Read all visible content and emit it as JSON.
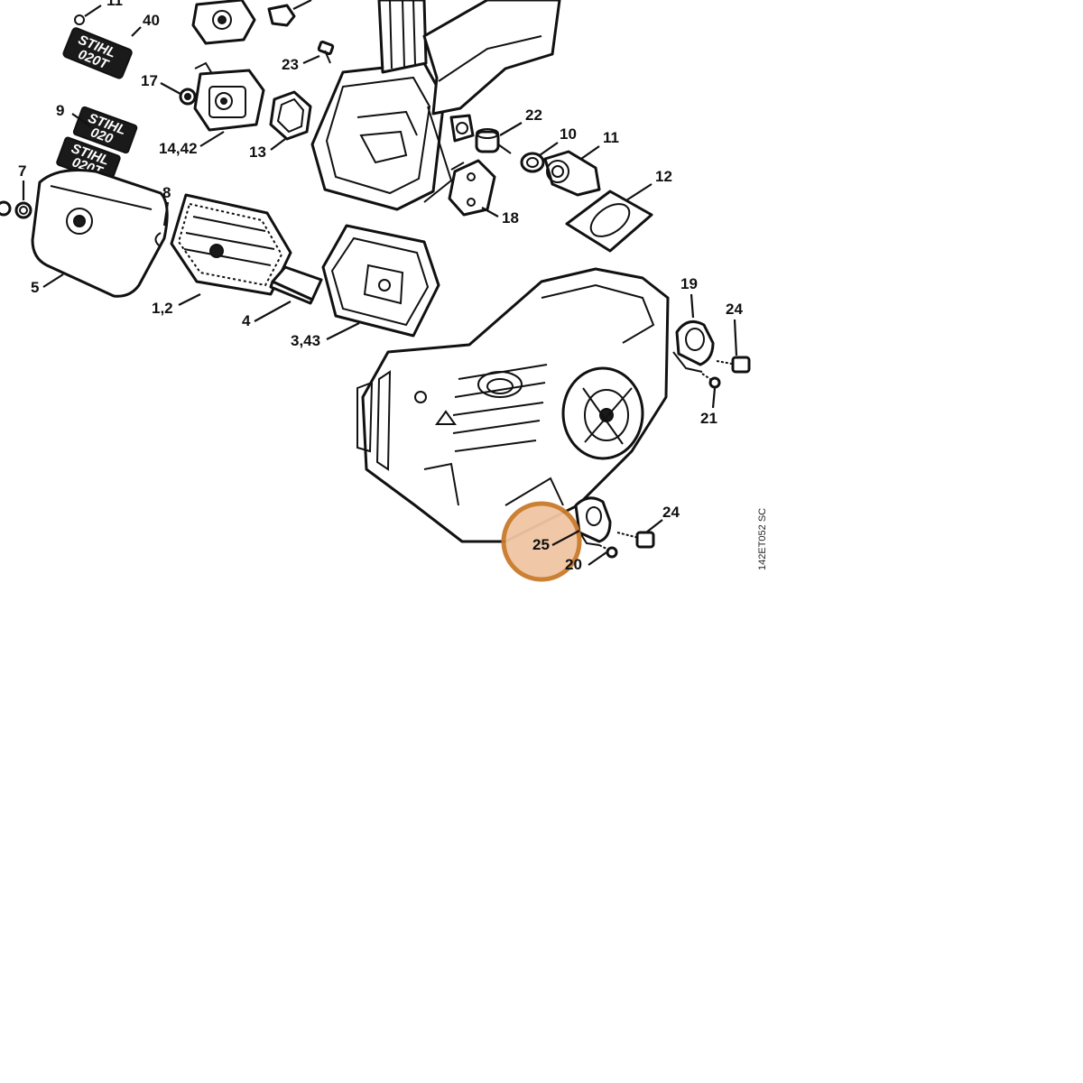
{
  "diagram": {
    "drawing_code": "142ET052 SC",
    "highlight_callout": "25",
    "colors": {
      "line": "#111111",
      "highlight_fill": "#f0c6a3",
      "highlight_ring": "#c97a2a"
    },
    "decals": [
      {
        "id": "decal-40",
        "lines": [
          "STIHL",
          "020T"
        ]
      },
      {
        "id": "decal-9-top",
        "lines": [
          "STIHL",
          "020"
        ]
      },
      {
        "id": "decal-9-bottom",
        "lines": [
          "STIHL",
          "020T"
        ]
      }
    ],
    "callouts": {
      "c11": "11",
      "c40": "40",
      "c23": "23",
      "c17": "17",
      "c9": "9",
      "c1442": "14,42",
      "c13": "13",
      "c22": "22",
      "c10": "10",
      "c11b": "11",
      "c12": "12",
      "c18": "18",
      "c7": "7",
      "c8": "8",
      "c5": "5",
      "c12b": "1,2",
      "c4": "4",
      "c343": "3,43",
      "c19": "19",
      "c24a": "24",
      "c21": "21",
      "c25": "25",
      "c24b": "24",
      "c20": "20"
    }
  }
}
